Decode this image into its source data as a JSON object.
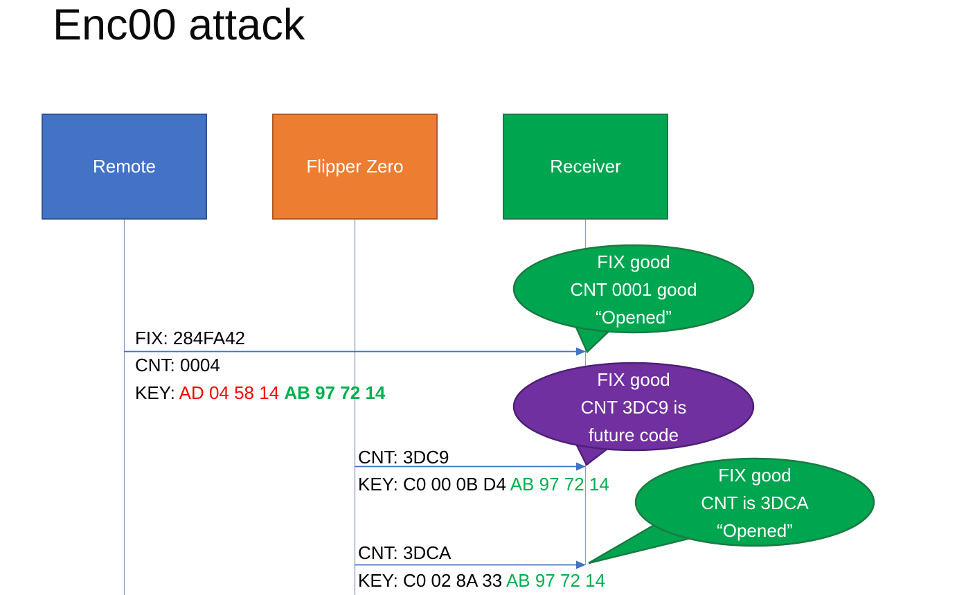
{
  "title": "Enc00 attack",
  "colors": {
    "remote_fill": "#4472C4",
    "remote_border": "#2F5496",
    "flipper_fill": "#ED7D31",
    "flipper_border": "#AE5A21",
    "receiver_fill": "#00A550",
    "receiver_border": "#1B7A43",
    "purple_fill": "#7030A0",
    "purple_border": "#4E2076",
    "lifeline": "#8EA0BE",
    "arrow": "#4472C4",
    "red_text": "#FF0000",
    "green_text": "#00B050"
  },
  "actors": [
    {
      "label": "Remote"
    },
    {
      "label": "Flipper Zero"
    },
    {
      "label": "Receiver"
    }
  ],
  "messages": {
    "m1": {
      "fix": "FIX: 284FA42",
      "cnt": "CNT: 0004",
      "key_label": "KEY: ",
      "key_red": "AD 04 58 14 ",
      "key_green": "AB 97 72 14"
    },
    "m2": {
      "cnt": "CNT: 3DC9",
      "key_black": "KEY: C0 00 0B D4 ",
      "key_green": "AB 97 72 14"
    },
    "m3": {
      "cnt": "CNT: 3DCA",
      "key_black": "KEY: C0 02 8A 33 ",
      "key_green": "AB 97 72 14"
    }
  },
  "bubbles": {
    "b1": {
      "line1": "FIX good",
      "line2": "CNT 0001 good",
      "line3": "“Opened”"
    },
    "b2": {
      "line1": "FIX good",
      "line2": "CNT 3DC9 is",
      "line3": "future code"
    },
    "b3": {
      "line1": "FIX good",
      "line2": "CNT is 3DCA",
      "line3": "“Opened”"
    }
  }
}
